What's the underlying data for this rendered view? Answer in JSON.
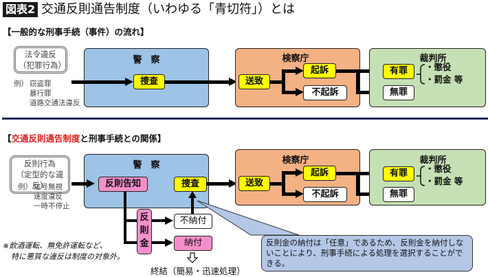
{
  "header": {
    "badge": "図表2",
    "title": "交通反則通告制度（いわゆる「青切符」）とは"
  },
  "section1": {
    "heading": "【一般的な刑事手続（事件）の流れ】",
    "source": {
      "line1": "法令違反",
      "line2": "（犯罪行為）"
    },
    "examples": {
      "prefix": "例）",
      "items": [
        "窃盗罪",
        "暴行罪",
        "道路交通法違反"
      ]
    },
    "police": {
      "title": "警　察",
      "investigation": "捜査"
    },
    "prosecutor": {
      "title": "検察庁",
      "referral": "送致",
      "indict": "起訴",
      "no_indict": "不起訴"
    },
    "court": {
      "title": "裁判所",
      "guilty": "有罪",
      "not_guilty": "無罪",
      "penalties": [
        "・懲役",
        "・罰金 等"
      ]
    }
  },
  "section2": {
    "heading_prefix": "【",
    "heading_highlight": "交通反則通告制度",
    "heading_suffix": "と刑事手続との関係】",
    "source": {
      "line1": "反則行為",
      "line2": "（定型的な違反）"
    },
    "examples": {
      "prefix": "例）",
      "items": [
        "信号無視",
        "速度違反",
        "一時不停止"
      ]
    },
    "police": {
      "title": "警　察",
      "notice": "反則告知",
      "investigation": "捜査"
    },
    "fine": {
      "chars": [
        "反",
        "則",
        "金"
      ]
    },
    "non_payment": "不納付",
    "payment": "納付",
    "conclusion": "終結（簡易・迅速処理）",
    "prosecutor": {
      "title": "検察庁",
      "referral": "送致",
      "indict": "起訴",
      "no_indict": "不起訴"
    },
    "court": {
      "title": "裁判所",
      "guilty": "有罪",
      "not_guilty": "無罪",
      "penalties": [
        "・懲役",
        "・罰金 等"
      ]
    },
    "note": {
      "line1": "※飲酒運転、無免許運転など、",
      "line2": "特に悪質な違反は制度の対象外。"
    },
    "callout": "反則金の納付は「任意」であるため、反則金を納付しないことにより、刑事手続による処理を選択することができる。"
  },
  "colors": {
    "police": "#9dc3e6",
    "prosecutor": "#f4b183",
    "court": "#c5e0b4",
    "highlight_yellow": "#ffff00",
    "highlight_pink": "#f58fcb",
    "accent_red": "#e0201c",
    "divider": "#1f2a5c"
  }
}
